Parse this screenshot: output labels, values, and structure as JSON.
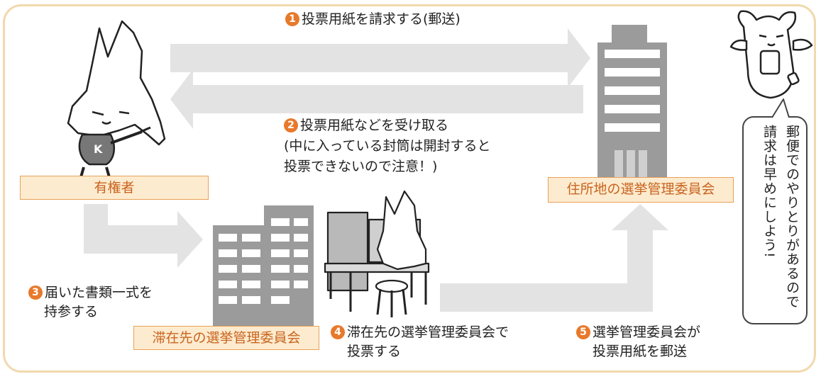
{
  "steps": {
    "s1": {
      "num": "1",
      "text": "投票用紙を請求する(郵送)"
    },
    "s2": {
      "num": "2",
      "lines": [
        "投票用紙などを受け取る",
        "(中に入っている封筒は開封すると",
        "投票できないので注意！)"
      ]
    },
    "s3": {
      "num": "3",
      "lines": [
        "届いた書類一式を",
        "持参する"
      ]
    },
    "s4": {
      "num": "4",
      "lines": [
        "滞在先の選挙管理委員会で",
        "投票する"
      ]
    },
    "s5": {
      "num": "5",
      "lines": [
        "選挙管理委員会が",
        "投票用紙を郵送"
      ]
    }
  },
  "labels": {
    "voter": "有権者",
    "home_committee": "住所地の選挙管理委員会",
    "stay_committee": "滞在先の選挙管理委員会"
  },
  "bubble": {
    "text": "郵便でのやりとりがあるので請求は早めにしよう!"
  },
  "mascot_badge": "K",
  "colors": {
    "accent": "#e8792b",
    "label_bg": "#fdebcf",
    "label_text": "#c8641f",
    "frame": "#f1d9ad",
    "arrow": "#e3e3e3",
    "building": "#9b9b9b"
  }
}
